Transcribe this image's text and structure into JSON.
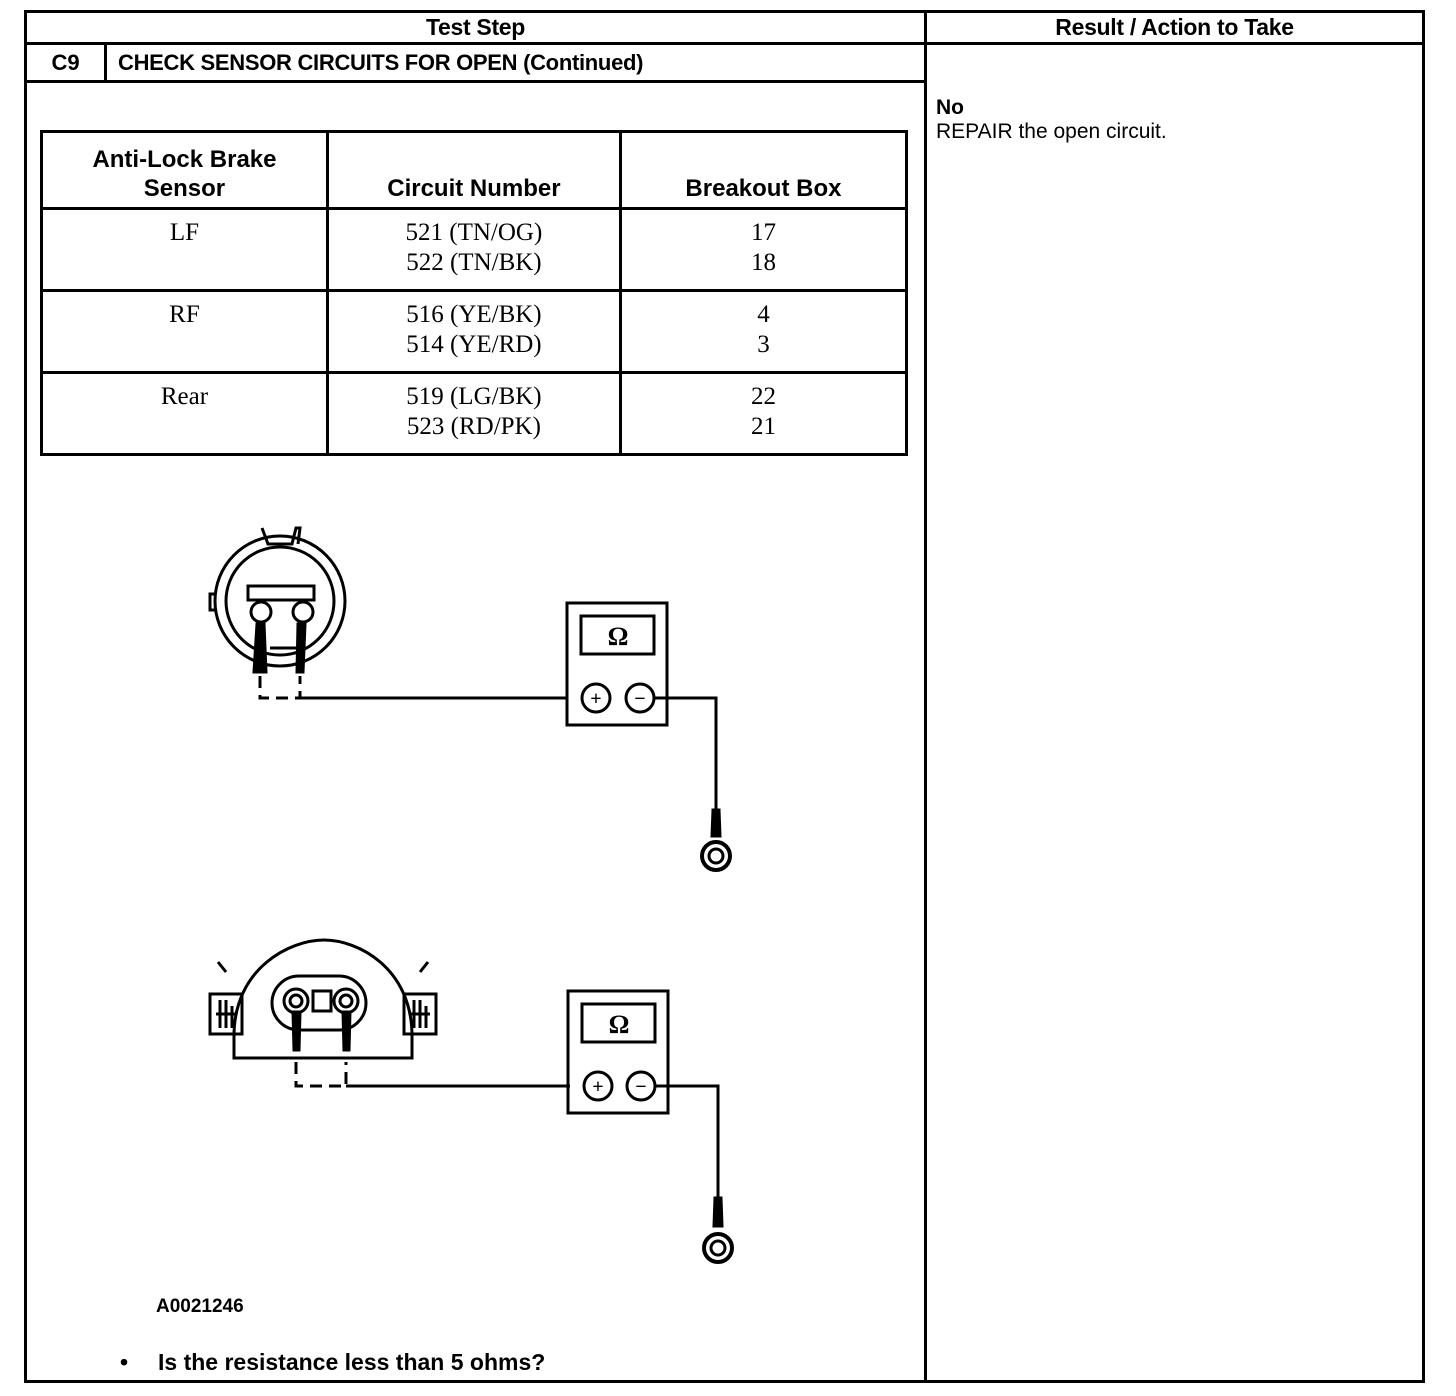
{
  "header": {
    "test_step": "Test Step",
    "result_action": "Result / Action to Take"
  },
  "step": {
    "id": "C9",
    "title": "CHECK SENSOR CIRCUITS FOR OPEN (Continued)"
  },
  "result": {
    "answer": "No",
    "action": "REPAIR the open circuit."
  },
  "table": {
    "headers": [
      "Anti-Lock Brake Sensor",
      "Circuit Number",
      "Breakout Box"
    ],
    "header_line1": "Anti-Lock Brake",
    "header_line2": "Sensor",
    "rows": [
      {
        "sensor": "LF",
        "circuits": [
          "521 (TN/OG)",
          "522 (TN/BK)"
        ],
        "pins": [
          "17",
          "18"
        ]
      },
      {
        "sensor": "RF",
        "circuits": [
          "516 (YE/BK)",
          "514 (YE/RD)"
        ],
        "pins": [
          "4",
          "3"
        ]
      },
      {
        "sensor": "Rear",
        "circuits": [
          "519 (LG/BK)",
          "523 (RD/PK)"
        ],
        "pins": [
          "22",
          "21"
        ]
      }
    ]
  },
  "figure": {
    "meter_symbol": "Ω",
    "plus": "+",
    "minus": "−",
    "id": "A0021246"
  },
  "question": {
    "bullet": "•",
    "text": "Is the resistance less than 5 ohms?"
  }
}
